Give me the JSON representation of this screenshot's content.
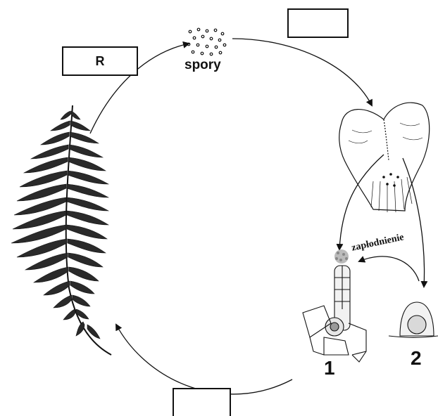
{
  "labels": {
    "spores": "spory",
    "fertilization": "zapłodnienie",
    "organ_1": "1",
    "organ_2": "2"
  },
  "boxes": {
    "top_left": "R",
    "top_right": "",
    "bottom": ""
  },
  "colors": {
    "ink": "#111111",
    "background": "#ffffff"
  }
}
